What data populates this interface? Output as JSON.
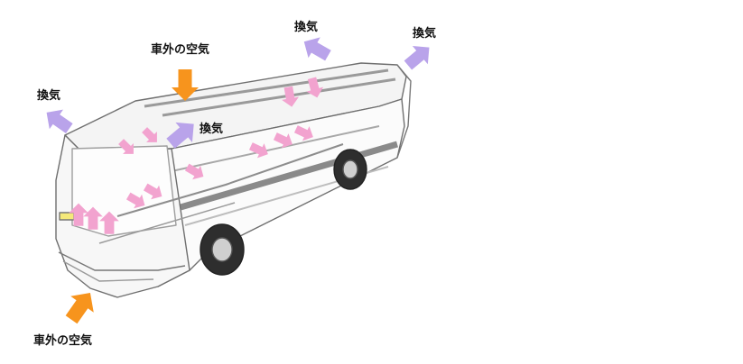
{
  "labels": {
    "intake_top": "車外の空気",
    "intake_bottom": "車外の空気",
    "exhaust_top_middle": "換気",
    "exhaust_top_right": "換気",
    "exhaust_front_left": "換気",
    "exhaust_roof_front": "換気"
  },
  "colors": {
    "intake_arrow": "#f7941d",
    "exhaust_arrow": "#b9a3ea",
    "interior_flow_arrow": "#f2a3cf",
    "bus_outline": "#6f6f6f",
    "bus_dark_band": "#8a8a8a"
  },
  "icons": {
    "intake": "orange-arrow-icon",
    "exhaust": "purple-arrow-icon",
    "interior_flow": "pink-arrow-icon"
  }
}
